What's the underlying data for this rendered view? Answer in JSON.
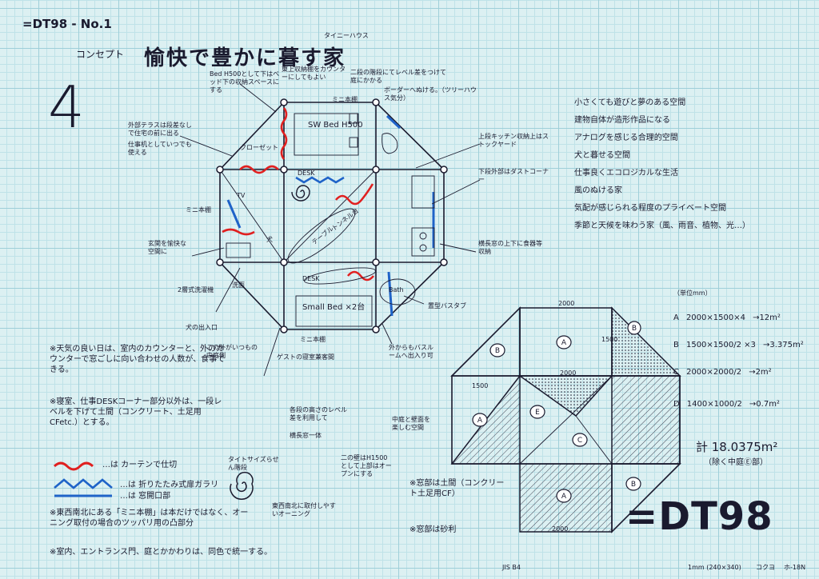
{
  "sheet": {
    "id_mark": "=DT98 - No.1",
    "concept_label": "コンセプト",
    "concept_title": "愉快で豊かに暮す家",
    "ruby": "タイニーハウス",
    "page_number": "4",
    "brand_big": "=DT98",
    "footer_paper": "JIS B4",
    "footer_size": "1mm (240×340)",
    "footer_maker": "コクヨ",
    "footer_code": "ホ-18N"
  },
  "concepts": [
    "小さくても遊びと夢のある空間",
    "建物自体が造形作品になる",
    "アナログを感じる合理的空間",
    "犬と暮せる空間",
    "仕事良くエコロジカルな生活",
    "風のぬける家",
    "気配が感じられる程度のプライベート空間",
    "季節と天候を味わう家（風、雨音、植物、光…）"
  ],
  "area_calc": {
    "unit": "（単位mm）",
    "rows": [
      {
        "letter": "A",
        "expr": "2000×1500×4",
        "result": "→12m²"
      },
      {
        "letter": "B",
        "expr": "1500×1500/2 ×3",
        "result": "→3.375m²"
      },
      {
        "letter": "C",
        "expr": "2000×2000/2",
        "result": "→2m²"
      },
      {
        "letter": "D",
        "expr": "1400×1000/2",
        "result": "→0.7m²"
      }
    ],
    "total": "計 18.0375m²",
    "note": "（除く中庭Ⓔ部）"
  },
  "plan_labels": {
    "sw_bed": "SW Bed H500",
    "small_bed": "Small Bed ×2台",
    "bath": "Bath",
    "desk_top": "DESK",
    "desk_bottom": "DESK",
    "table": "テーブル",
    "cabinet": "トンネル台",
    "mini_shelf_top": "ミニ本棚",
    "mini_shelf_bottom": "ミニ本棚",
    "mini_shelf_left": "ミニ本棚",
    "closet": "クローゼット",
    "tv": "TV",
    "dog": "犬",
    "wash": "洗面"
  },
  "plan_notes": [
    "Bed H500として下はベッド下の収納スペースにする",
    "東上収納棚をカウンターにしてもよい",
    "二段の階段にてレベル差をつけて庭にかかる",
    "ボーダーへぬける。（ツリーハウス気分）",
    "外部テラスは段差なしで住宅の前に出る",
    "仕事机としていつでも使える",
    "上段キッチン収納上はストックヤード",
    "下段外部はダストコーナー",
    "横長窓の上下に食器等収納",
    "置型バスタブ",
    "玄関を愉快な空間に",
    "2層式洗濯機",
    "犬の出入口",
    "この外がいつもの中庭側",
    "ゲストの寝室兼客間",
    "外からもバスルームへ出入り可",
    "二の壁はH1500として上部はオープンにする",
    "中庭と壁面を楽しむ空間",
    "各段の高さのレベル差を利用して",
    "横長窓一体"
  ],
  "bottom_notes": [
    "※天気の良い日は、室内のカウンターと、外のカウンターで窓ごしに向い合わせの人数が、食事できる。",
    "※寝室、仕事DESKコーナー部分以外は、一段レベルを下げて土間（コンクリート、土足用CFetc.）とする。",
    "※東西南北にある「ミニ本棚」は本だけではなく、オーニング取付の場合のツッパリ用の凸部分",
    "※室内、エントランス門、庭とかかわりは、同色で統一する。",
    "※窓部は土間（コンクリート土足用CF）",
    "※窓部は砂利"
  ],
  "legend": [
    {
      "label": "…は カーテンで仕切"
    },
    {
      "label": "…は 折りたたみ式扉ガラリ"
    },
    {
      "label": "…は 窓開口部"
    }
  ],
  "misc_labels": {
    "spiral_caption": "タイトサイズらせん階段",
    "awning": "東西南北に取付しやすいオーニング"
  },
  "dims": {
    "top": "2000",
    "inner": "2000",
    "left": "1500",
    "bottom": "2000",
    "right": "1500"
  },
  "colors": {
    "red": "#e02020",
    "blue": "#1f63c8",
    "ink": "#1a1a2e",
    "grid": "#9fcfd9"
  }
}
